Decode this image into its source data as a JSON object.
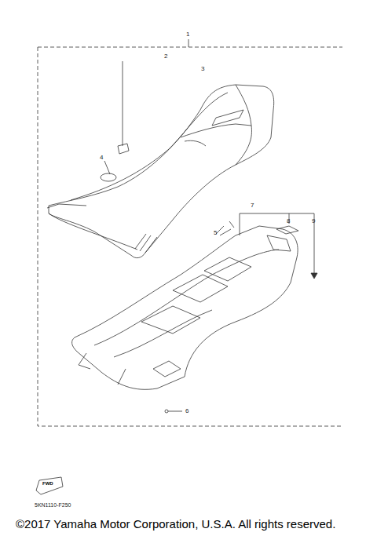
{
  "diagram": {
    "labels": [
      "1",
      "2",
      "3",
      "4",
      "5",
      "6",
      "7",
      "8",
      "9",
      "FWD",
      "5KN1110-F250",
      "©2017 Yamaha Motor Corporation, U.S.A. All rights reserved."
    ]
  }
}
